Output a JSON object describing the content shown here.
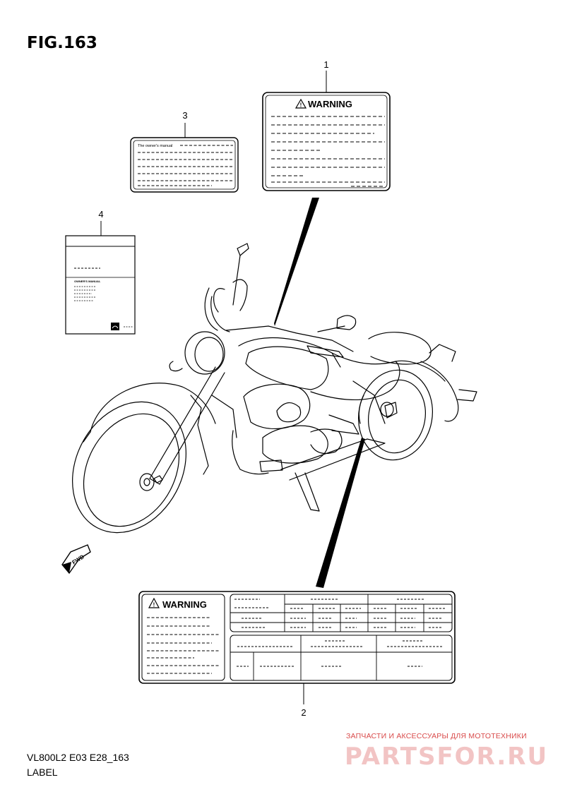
{
  "figure": {
    "title": "FIG.163",
    "code": "VL800L2 E03 E28_163",
    "label": "LABEL"
  },
  "callouts": {
    "c1": "1",
    "c2": "2",
    "c3": "3",
    "c4": "4"
  },
  "labels": {
    "warning_text": "WARNING",
    "owners_manual_text": "The owner's manual",
    "owners_manual_caps": "OWNER'S MANUAL"
  },
  "direction": {
    "fwd": "FWD"
  },
  "watermark": {
    "line1": "ЗАПЧАСТИ И АКСЕССУАРЫ ДЛЯ МОТОТЕХНИКИ",
    "line2": "PARTSFOR.RU"
  }
}
